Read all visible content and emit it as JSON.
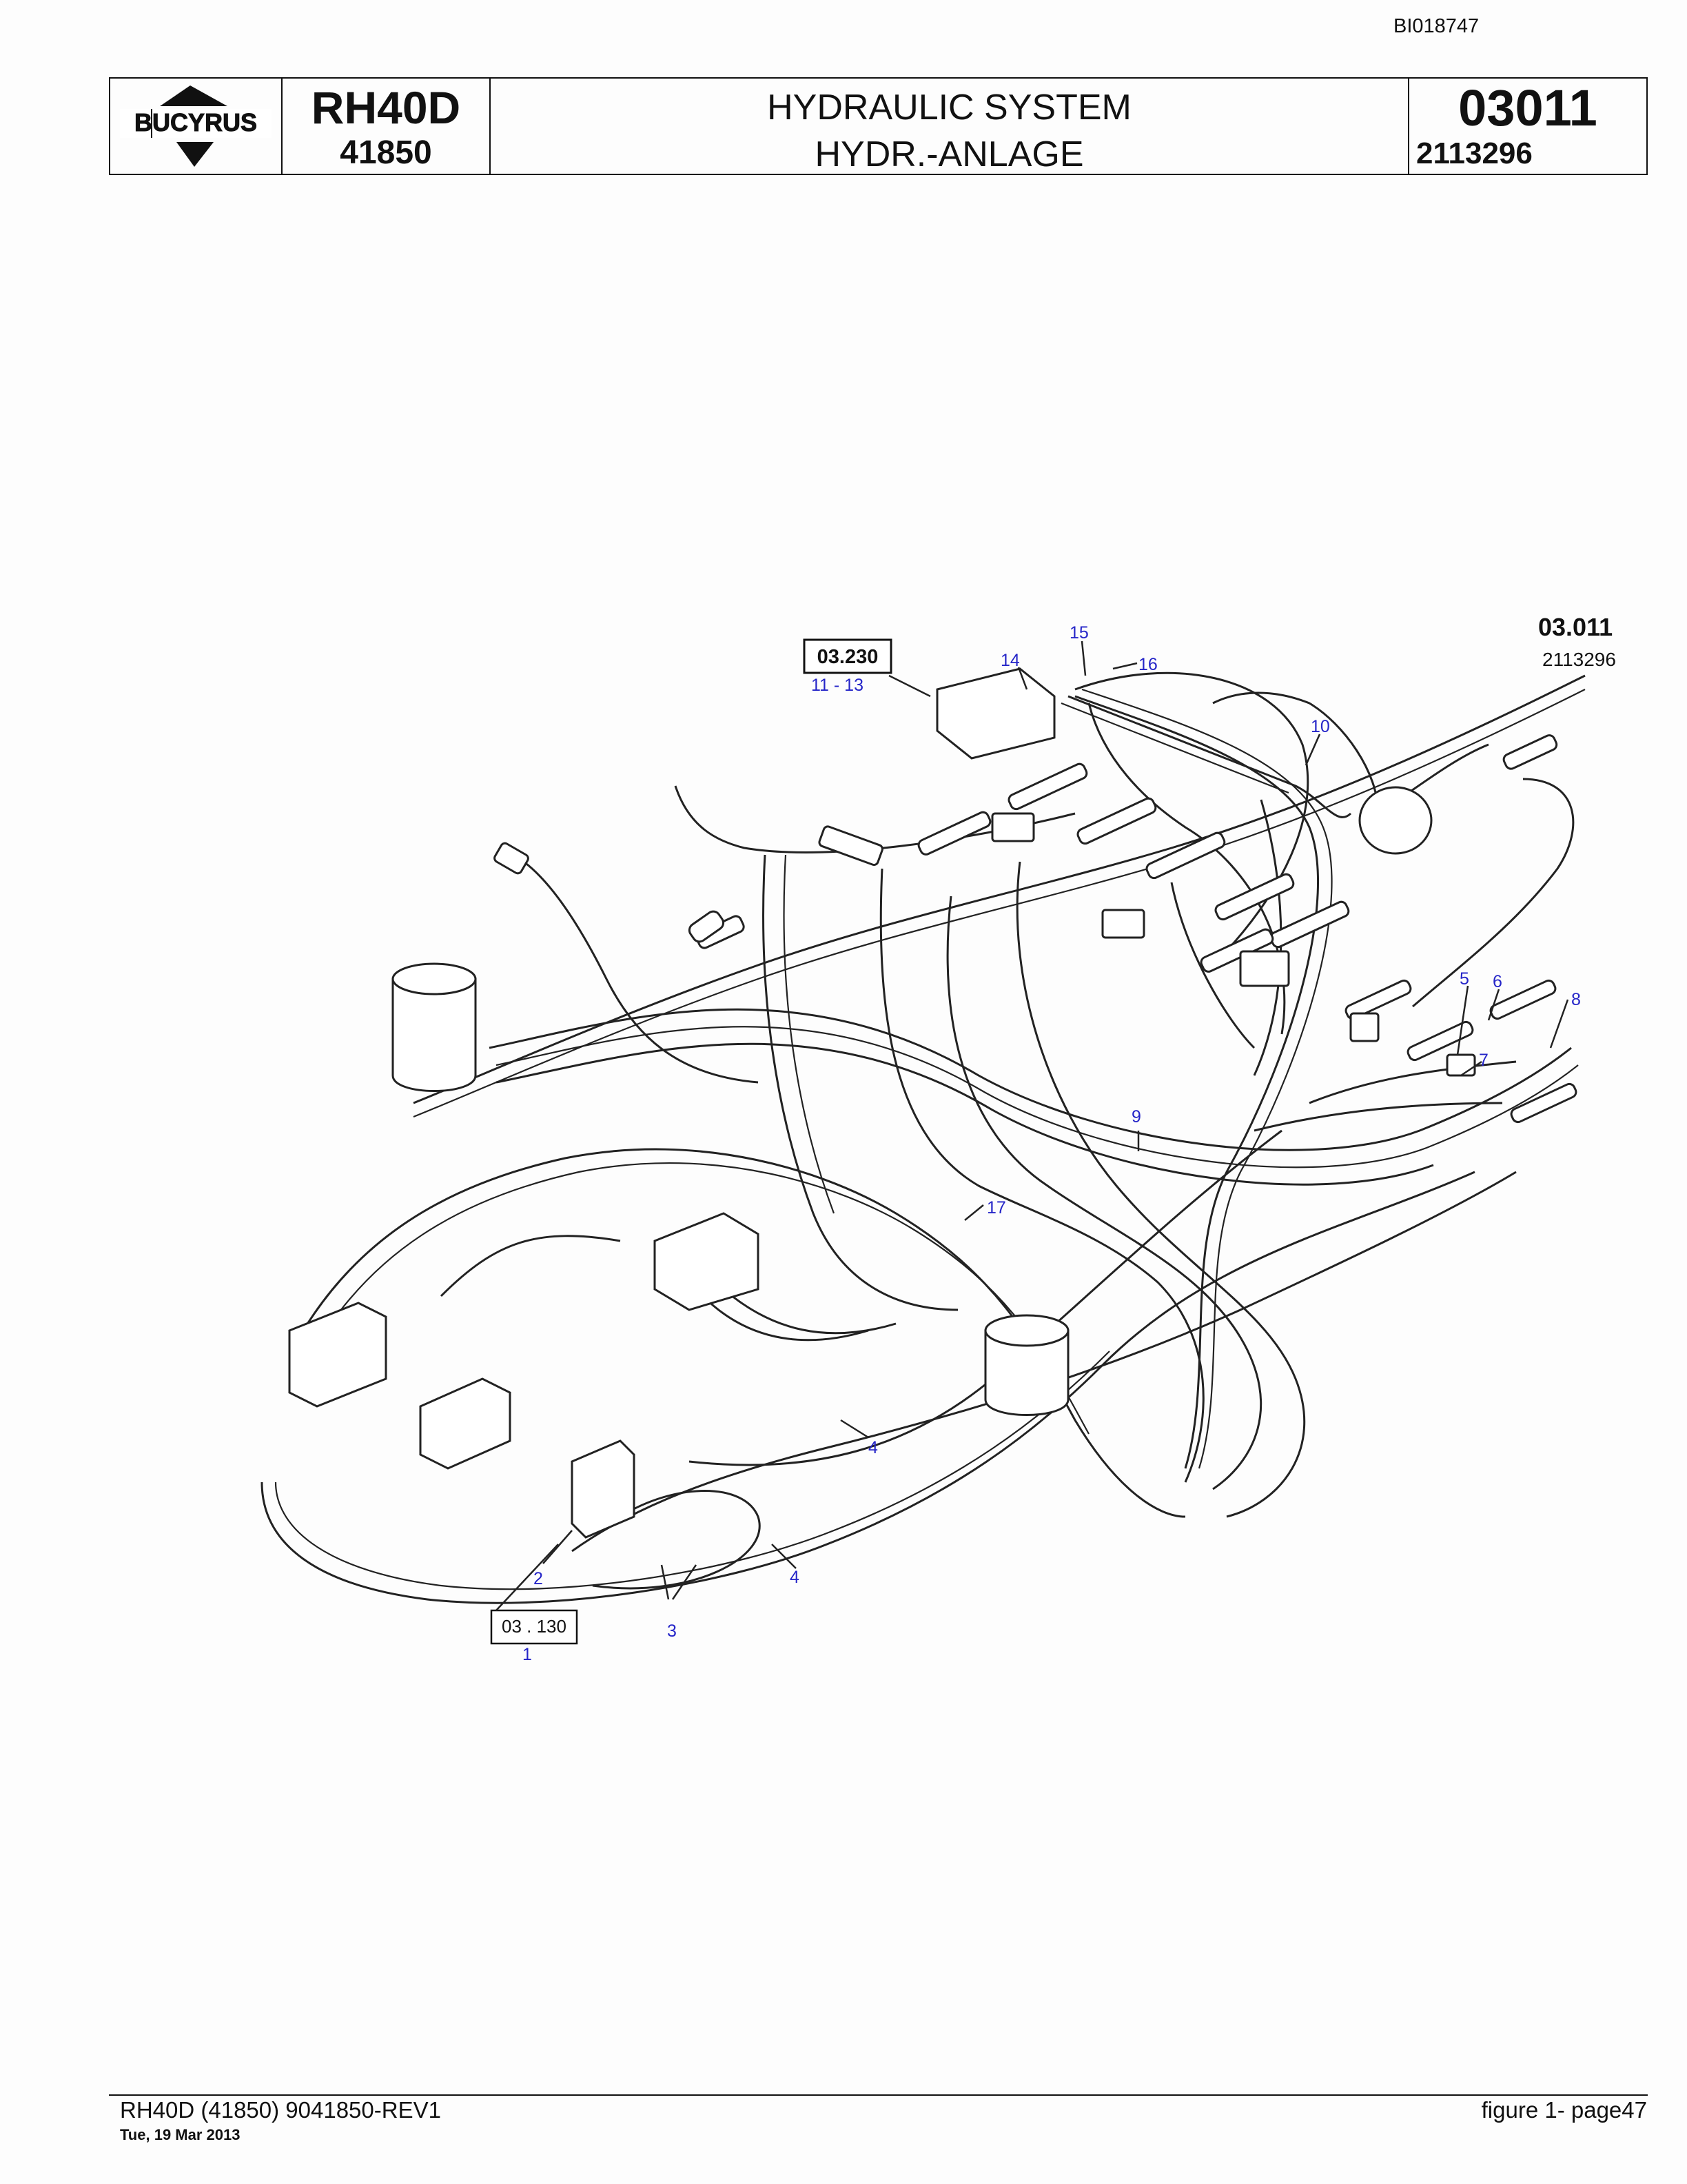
{
  "doc_id": "BI018747",
  "header": {
    "logo_text": "BUCYRUS",
    "model": "RH40D",
    "serial": "41850",
    "title_en": "HYDRAULIC SYSTEM",
    "title_de": "HYDR.-ANLAGE",
    "group": "03011",
    "part_no": "2113296"
  },
  "diagram": {
    "corner_label": "03.011",
    "corner_part": "2113296",
    "ref_top": "03.230",
    "ref_top_items": "11 - 13",
    "ref_bottom": "03 . 130",
    "callouts": [
      "1",
      "2",
      "3",
      "4",
      "4",
      "5",
      "6",
      "7",
      "8",
      "9",
      "10",
      "14",
      "15",
      "16",
      "17"
    ]
  },
  "footer": {
    "left": "RH40D (41850) 9041850-REV1",
    "date": "Tue, 19 Mar 2013",
    "right": "figure  1- page47"
  },
  "colors": {
    "callout": "#2525c8",
    "line": "#222222"
  }
}
